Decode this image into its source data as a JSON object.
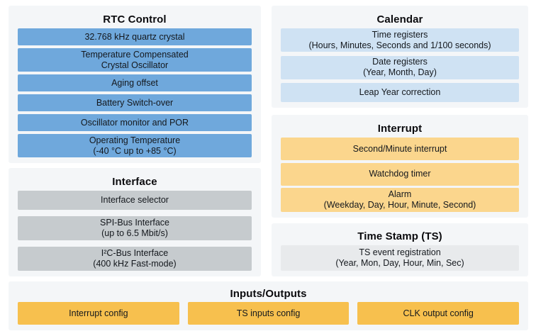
{
  "colors": {
    "panel_bg": "#f4f6f8",
    "blue": "#6fa8dc",
    "light_blue": "#cfe2f3",
    "gray": "#c6cbce",
    "light_gray": "#e8eaec",
    "light_orange": "#fbd68d",
    "orange": "#f7c04e",
    "title_text": "#0b0b0e",
    "block_text": "#14181d"
  },
  "panels": {
    "rtc_control": {
      "title": "RTC Control",
      "blocks": [
        {
          "lines": [
            "32.768 kHz quartz crystal"
          ]
        },
        {
          "lines": [
            "Temperature Compensated",
            "Crystal Oscillator"
          ]
        },
        {
          "lines": [
            "Aging offset"
          ]
        },
        {
          "lines": [
            "Battery Switch-over"
          ]
        },
        {
          "lines": [
            "Oscillator monitor and POR"
          ]
        },
        {
          "lines": [
            "Operating Temperature",
            "(-40 °C up to +85 °C)"
          ]
        }
      ]
    },
    "interface": {
      "title": "Interface",
      "blocks": [
        {
          "lines": [
            "Interface selector"
          ]
        },
        {
          "lines": [
            "SPI-Bus Interface",
            "(up to 6.5 Mbit/s)"
          ]
        },
        {
          "lines": [
            "I²C-Bus Interface",
            "(400 kHz Fast-mode)"
          ]
        }
      ]
    },
    "calendar": {
      "title": "Calendar",
      "blocks": [
        {
          "lines": [
            "Time registers",
            "(Hours, Minutes, Seconds and 1/100 seconds)"
          ]
        },
        {
          "lines": [
            "Date registers",
            "(Year, Month, Day)"
          ]
        },
        {
          "lines": [
            "Leap Year correction"
          ]
        }
      ]
    },
    "interrupt": {
      "title": "Interrupt",
      "blocks": [
        {
          "lines": [
            "Second/Minute interrupt"
          ]
        },
        {
          "lines": [
            "Watchdog timer"
          ]
        },
        {
          "lines": [
            "Alarm",
            "(Weekday, Day, Hour, Minute, Second)"
          ]
        }
      ]
    },
    "time_stamp": {
      "title": "Time Stamp (TS)",
      "blocks": [
        {
          "lines": [
            "TS event registration",
            "(Year, Mon, Day, Hour, Min, Sec)"
          ]
        }
      ]
    },
    "inputs_outputs": {
      "title": "Inputs/Outputs",
      "blocks": [
        {
          "lines": [
            "Interrupt config"
          ]
        },
        {
          "lines": [
            "TS inputs config"
          ]
        },
        {
          "lines": [
            "CLK output config"
          ]
        }
      ]
    }
  }
}
